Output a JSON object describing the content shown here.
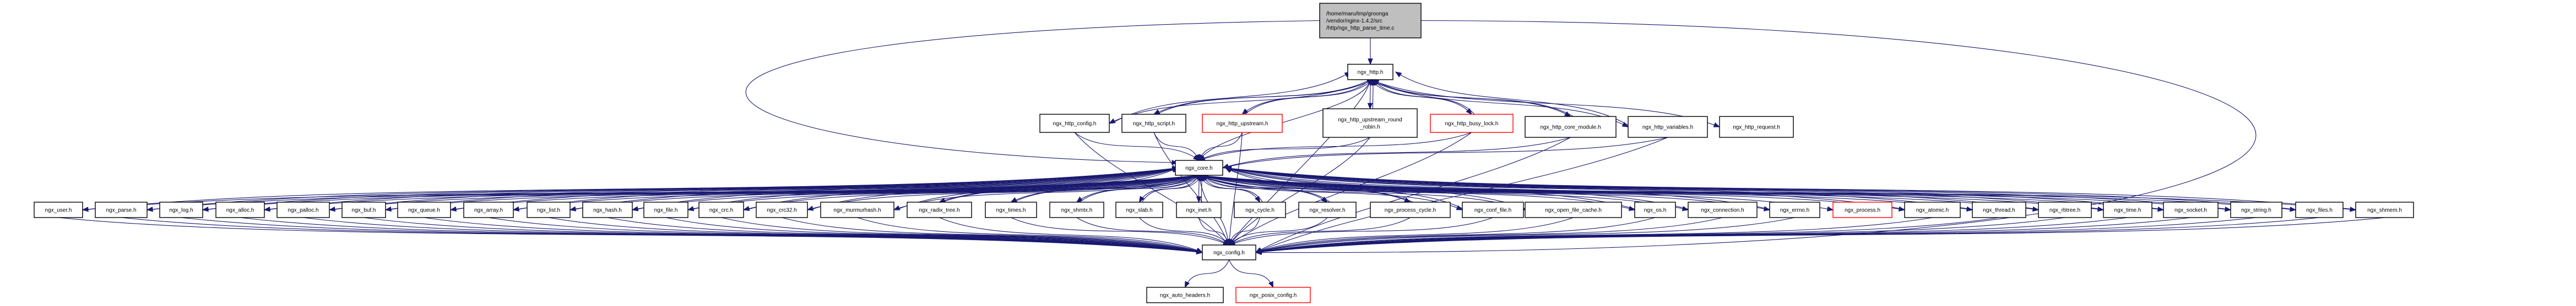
{
  "graph": {
    "title": "Include dependency graph for ngx_http_parse_time.c",
    "colors": {
      "edge": "#191970",
      "root_fill": "#bfbfbf",
      "normal_border": "#000000",
      "truncated_border": "#ff0000",
      "node_fill": "#ffffff"
    },
    "nodes": [
      {
        "id": "root",
        "lines": [
          "/home/maru/tmp/groonga",
          "/vendor/nginx-1.4.2/src",
          "/http/ngx_http_parse_time.c"
        ],
        "kind": "root"
      },
      {
        "id": "ngx_http",
        "lines": [
          "ngx_http.h"
        ],
        "kind": "normal"
      },
      {
        "id": "ngx_http_config",
        "lines": [
          "ngx_http_config.h"
        ],
        "kind": "normal"
      },
      {
        "id": "ngx_http_script",
        "lines": [
          "ngx_http_script.h"
        ],
        "kind": "normal"
      },
      {
        "id": "ngx_http_upstream",
        "lines": [
          "ngx_http_upstream.h"
        ],
        "kind": "truncated"
      },
      {
        "id": "ngx_http_upstream_rr",
        "lines": [
          "ngx_http_upstream_round",
          "_robin.h"
        ],
        "kind": "normal"
      },
      {
        "id": "ngx_http_busy_lock",
        "lines": [
          "ngx_http_busy_lock.h"
        ],
        "kind": "truncated"
      },
      {
        "id": "ngx_http_core_module",
        "lines": [
          "ngx_http_core_module.h"
        ],
        "kind": "normal"
      },
      {
        "id": "ngx_http_variables",
        "lines": [
          "ngx_http_variables.h"
        ],
        "kind": "normal"
      },
      {
        "id": "ngx_http_request",
        "lines": [
          "ngx_http_request.h"
        ],
        "kind": "normal"
      },
      {
        "id": "ngx_core",
        "lines": [
          "ngx_core.h"
        ],
        "kind": "normal"
      },
      {
        "id": "ngx_user",
        "lines": [
          "ngx_user.h"
        ],
        "kind": "normal"
      },
      {
        "id": "ngx_parse",
        "lines": [
          "ngx_parse.h"
        ],
        "kind": "normal"
      },
      {
        "id": "ngx_log",
        "lines": [
          "ngx_log.h"
        ],
        "kind": "normal"
      },
      {
        "id": "ngx_alloc",
        "lines": [
          "ngx_alloc.h"
        ],
        "kind": "normal"
      },
      {
        "id": "ngx_palloc",
        "lines": [
          "ngx_palloc.h"
        ],
        "kind": "normal"
      },
      {
        "id": "ngx_buf",
        "lines": [
          "ngx_buf.h"
        ],
        "kind": "normal"
      },
      {
        "id": "ngx_queue",
        "lines": [
          "ngx_queue.h"
        ],
        "kind": "normal"
      },
      {
        "id": "ngx_array",
        "lines": [
          "ngx_array.h"
        ],
        "kind": "normal"
      },
      {
        "id": "ngx_list",
        "lines": [
          "ngx_list.h"
        ],
        "kind": "normal"
      },
      {
        "id": "ngx_hash",
        "lines": [
          "ngx_hash.h"
        ],
        "kind": "normal"
      },
      {
        "id": "ngx_file",
        "lines": [
          "ngx_file.h"
        ],
        "kind": "normal"
      },
      {
        "id": "ngx_crc",
        "lines": [
          "ngx_crc.h"
        ],
        "kind": "normal"
      },
      {
        "id": "ngx_crc32",
        "lines": [
          "ngx_crc32.h"
        ],
        "kind": "normal"
      },
      {
        "id": "ngx_murmurhash",
        "lines": [
          "ngx_murmurhash.h"
        ],
        "kind": "normal"
      },
      {
        "id": "ngx_radix_tree",
        "lines": [
          "ngx_radix_tree.h"
        ],
        "kind": "normal"
      },
      {
        "id": "ngx_times",
        "lines": [
          "ngx_times.h"
        ],
        "kind": "normal"
      },
      {
        "id": "ngx_shmtx",
        "lines": [
          "ngx_shmtx.h"
        ],
        "kind": "normal"
      },
      {
        "id": "ngx_slab",
        "lines": [
          "ngx_slab.h"
        ],
        "kind": "normal"
      },
      {
        "id": "ngx_inet",
        "lines": [
          "ngx_inet.h"
        ],
        "kind": "normal"
      },
      {
        "id": "ngx_cycle",
        "lines": [
          "ngx_cycle.h"
        ],
        "kind": "normal"
      },
      {
        "id": "ngx_resolver",
        "lines": [
          "ngx_resolver.h"
        ],
        "kind": "normal"
      },
      {
        "id": "ngx_process_cycle",
        "lines": [
          "ngx_process_cycle.h"
        ],
        "kind": "normal"
      },
      {
        "id": "ngx_conf_file",
        "lines": [
          "ngx_conf_file.h"
        ],
        "kind": "normal"
      },
      {
        "id": "ngx_open_file_cache",
        "lines": [
          "ngx_open_file_cache.h"
        ],
        "kind": "normal"
      },
      {
        "id": "ngx_os",
        "lines": [
          "ngx_os.h"
        ],
        "kind": "normal"
      },
      {
        "id": "ngx_connection",
        "lines": [
          "ngx_connection.h"
        ],
        "kind": "normal"
      },
      {
        "id": "ngx_errno",
        "lines": [
          "ngx_errno.h"
        ],
        "kind": "normal"
      },
      {
        "id": "ngx_process",
        "lines": [
          "ngx_process.h"
        ],
        "kind": "truncated"
      },
      {
        "id": "ngx_atomic",
        "lines": [
          "ngx_atomic.h"
        ],
        "kind": "normal"
      },
      {
        "id": "ngx_thread",
        "lines": [
          "ngx_thread.h"
        ],
        "kind": "normal"
      },
      {
        "id": "ngx_rbtree",
        "lines": [
          "ngx_rbtree.h"
        ],
        "kind": "normal"
      },
      {
        "id": "ngx_time",
        "lines": [
          "ngx_time.h"
        ],
        "kind": "normal"
      },
      {
        "id": "ngx_socket",
        "lines": [
          "ngx_socket.h"
        ],
        "kind": "normal"
      },
      {
        "id": "ngx_string",
        "lines": [
          "ngx_string.h"
        ],
        "kind": "normal"
      },
      {
        "id": "ngx_files",
        "lines": [
          "ngx_files.h"
        ],
        "kind": "normal"
      },
      {
        "id": "ngx_shmem",
        "lines": [
          "ngx_shmem.h"
        ],
        "kind": "normal"
      },
      {
        "id": "ngx_config",
        "lines": [
          "ngx_config.h"
        ],
        "kind": "normal"
      },
      {
        "id": "ngx_auto_headers",
        "lines": [
          "ngx_auto_headers.h"
        ],
        "kind": "normal"
      },
      {
        "id": "ngx_posix_config",
        "lines": [
          "ngx_posix_config.h"
        ],
        "kind": "truncated"
      }
    ],
    "edges": [
      [
        "root",
        "ngx_http"
      ],
      [
        "root",
        "ngx_core"
      ],
      [
        "root",
        "ngx_config"
      ],
      [
        "ngx_http",
        "ngx_http_config"
      ],
      [
        "ngx_http",
        "ngx_http_script"
      ],
      [
        "ngx_http",
        "ngx_http_upstream"
      ],
      [
        "ngx_http",
        "ngx_http_upstream_rr"
      ],
      [
        "ngx_http",
        "ngx_http_busy_lock"
      ],
      [
        "ngx_http",
        "ngx_http_core_module"
      ],
      [
        "ngx_http",
        "ngx_http_variables"
      ],
      [
        "ngx_http",
        "ngx_http_request"
      ],
      [
        "ngx_http",
        "ngx_core"
      ],
      [
        "ngx_http",
        "ngx_config"
      ],
      [
        "ngx_http_config",
        "ngx_http"
      ],
      [
        "ngx_http_script",
        "ngx_http"
      ],
      [
        "ngx_http_upstream",
        "ngx_http"
      ],
      [
        "ngx_http_upstream_rr",
        "ngx_http"
      ],
      [
        "ngx_http_busy_lock",
        "ngx_http"
      ],
      [
        "ngx_http_core_module",
        "ngx_http"
      ],
      [
        "ngx_http_variables",
        "ngx_http"
      ],
      [
        "ngx_http_config",
        "ngx_core"
      ],
      [
        "ngx_http_script",
        "ngx_core"
      ],
      [
        "ngx_http_upstream",
        "ngx_core"
      ],
      [
        "ngx_http_upstream_rr",
        "ngx_core"
      ],
      [
        "ngx_http_busy_lock",
        "ngx_core"
      ],
      [
        "ngx_http_core_module",
        "ngx_core"
      ],
      [
        "ngx_http_variables",
        "ngx_core"
      ],
      [
        "ngx_http_config",
        "ngx_config"
      ],
      [
        "ngx_http_script",
        "ngx_config"
      ],
      [
        "ngx_http_upstream",
        "ngx_config"
      ],
      [
        "ngx_http_upstream_rr",
        "ngx_config"
      ],
      [
        "ngx_http_busy_lock",
        "ngx_config"
      ],
      [
        "ngx_http_core_module",
        "ngx_config"
      ],
      [
        "ngx_http_variables",
        "ngx_config"
      ],
      [
        "ngx_core",
        "ngx_user"
      ],
      [
        "ngx_core",
        "ngx_parse"
      ],
      [
        "ngx_core",
        "ngx_log"
      ],
      [
        "ngx_core",
        "ngx_alloc"
      ],
      [
        "ngx_core",
        "ngx_palloc"
      ],
      [
        "ngx_core",
        "ngx_buf"
      ],
      [
        "ngx_core",
        "ngx_queue"
      ],
      [
        "ngx_core",
        "ngx_array"
      ],
      [
        "ngx_core",
        "ngx_list"
      ],
      [
        "ngx_core",
        "ngx_hash"
      ],
      [
        "ngx_core",
        "ngx_file"
      ],
      [
        "ngx_core",
        "ngx_crc"
      ],
      [
        "ngx_core",
        "ngx_crc32"
      ],
      [
        "ngx_core",
        "ngx_murmurhash"
      ],
      [
        "ngx_core",
        "ngx_radix_tree"
      ],
      [
        "ngx_core",
        "ngx_times"
      ],
      [
        "ngx_core",
        "ngx_shmtx"
      ],
      [
        "ngx_core",
        "ngx_slab"
      ],
      [
        "ngx_core",
        "ngx_inet"
      ],
      [
        "ngx_core",
        "ngx_cycle"
      ],
      [
        "ngx_core",
        "ngx_resolver"
      ],
      [
        "ngx_core",
        "ngx_process_cycle"
      ],
      [
        "ngx_core",
        "ngx_conf_file"
      ],
      [
        "ngx_core",
        "ngx_open_file_cache"
      ],
      [
        "ngx_core",
        "ngx_os"
      ],
      [
        "ngx_core",
        "ngx_connection"
      ],
      [
        "ngx_core",
        "ngx_errno"
      ],
      [
        "ngx_core",
        "ngx_process"
      ],
      [
        "ngx_core",
        "ngx_atomic"
      ],
      [
        "ngx_core",
        "ngx_thread"
      ],
      [
        "ngx_core",
        "ngx_rbtree"
      ],
      [
        "ngx_core",
        "ngx_time"
      ],
      [
        "ngx_core",
        "ngx_socket"
      ],
      [
        "ngx_core",
        "ngx_string"
      ],
      [
        "ngx_core",
        "ngx_files"
      ],
      [
        "ngx_core",
        "ngx_shmem"
      ],
      [
        "ngx_core",
        "ngx_config"
      ],
      [
        "ngx_user",
        "ngx_core"
      ],
      [
        "ngx_parse",
        "ngx_core"
      ],
      [
        "ngx_log",
        "ngx_core"
      ],
      [
        "ngx_alloc",
        "ngx_core"
      ],
      [
        "ngx_palloc",
        "ngx_core"
      ],
      [
        "ngx_buf",
        "ngx_core"
      ],
      [
        "ngx_queue",
        "ngx_core"
      ],
      [
        "ngx_array",
        "ngx_core"
      ],
      [
        "ngx_list",
        "ngx_core"
      ],
      [
        "ngx_hash",
        "ngx_core"
      ],
      [
        "ngx_file",
        "ngx_core"
      ],
      [
        "ngx_crc",
        "ngx_core"
      ],
      [
        "ngx_crc32",
        "ngx_core"
      ],
      [
        "ngx_murmurhash",
        "ngx_core"
      ],
      [
        "ngx_radix_tree",
        "ngx_core"
      ],
      [
        "ngx_times",
        "ngx_core"
      ],
      [
        "ngx_shmtx",
        "ngx_core"
      ],
      [
        "ngx_slab",
        "ngx_core"
      ],
      [
        "ngx_inet",
        "ngx_core"
      ],
      [
        "ngx_cycle",
        "ngx_core"
      ],
      [
        "ngx_resolver",
        "ngx_core"
      ],
      [
        "ngx_process_cycle",
        "ngx_core"
      ],
      [
        "ngx_conf_file",
        "ngx_core"
      ],
      [
        "ngx_open_file_cache",
        "ngx_core"
      ],
      [
        "ngx_os",
        "ngx_core"
      ],
      [
        "ngx_connection",
        "ngx_core"
      ],
      [
        "ngx_errno",
        "ngx_core"
      ],
      [
        "ngx_atomic",
        "ngx_core"
      ],
      [
        "ngx_thread",
        "ngx_core"
      ],
      [
        "ngx_rbtree",
        "ngx_core"
      ],
      [
        "ngx_time",
        "ngx_core"
      ],
      [
        "ngx_socket",
        "ngx_core"
      ],
      [
        "ngx_string",
        "ngx_core"
      ],
      [
        "ngx_files",
        "ngx_core"
      ],
      [
        "ngx_shmem",
        "ngx_core"
      ],
      [
        "ngx_user",
        "ngx_config"
      ],
      [
        "ngx_parse",
        "ngx_config"
      ],
      [
        "ngx_log",
        "ngx_config"
      ],
      [
        "ngx_alloc",
        "ngx_config"
      ],
      [
        "ngx_palloc",
        "ngx_config"
      ],
      [
        "ngx_buf",
        "ngx_config"
      ],
      [
        "ngx_queue",
        "ngx_config"
      ],
      [
        "ngx_array",
        "ngx_config"
      ],
      [
        "ngx_list",
        "ngx_config"
      ],
      [
        "ngx_hash",
        "ngx_config"
      ],
      [
        "ngx_file",
        "ngx_config"
      ],
      [
        "ngx_crc",
        "ngx_config"
      ],
      [
        "ngx_crc32",
        "ngx_config"
      ],
      [
        "ngx_murmurhash",
        "ngx_config"
      ],
      [
        "ngx_radix_tree",
        "ngx_config"
      ],
      [
        "ngx_times",
        "ngx_config"
      ],
      [
        "ngx_shmtx",
        "ngx_config"
      ],
      [
        "ngx_slab",
        "ngx_config"
      ],
      [
        "ngx_inet",
        "ngx_config"
      ],
      [
        "ngx_cycle",
        "ngx_config"
      ],
      [
        "ngx_resolver",
        "ngx_config"
      ],
      [
        "ngx_process_cycle",
        "ngx_config"
      ],
      [
        "ngx_conf_file",
        "ngx_config"
      ],
      [
        "ngx_open_file_cache",
        "ngx_config"
      ],
      [
        "ngx_os",
        "ngx_config"
      ],
      [
        "ngx_connection",
        "ngx_config"
      ],
      [
        "ngx_errno",
        "ngx_config"
      ],
      [
        "ngx_atomic",
        "ngx_config"
      ],
      [
        "ngx_thread",
        "ngx_config"
      ],
      [
        "ngx_rbtree",
        "ngx_config"
      ],
      [
        "ngx_time",
        "ngx_config"
      ],
      [
        "ngx_socket",
        "ngx_config"
      ],
      [
        "ngx_string",
        "ngx_config"
      ],
      [
        "ngx_files",
        "ngx_config"
      ],
      [
        "ngx_shmem",
        "ngx_config"
      ],
      [
        "ngx_config",
        "ngx_auto_headers"
      ],
      [
        "ngx_config",
        "ngx_posix_config"
      ]
    ]
  }
}
